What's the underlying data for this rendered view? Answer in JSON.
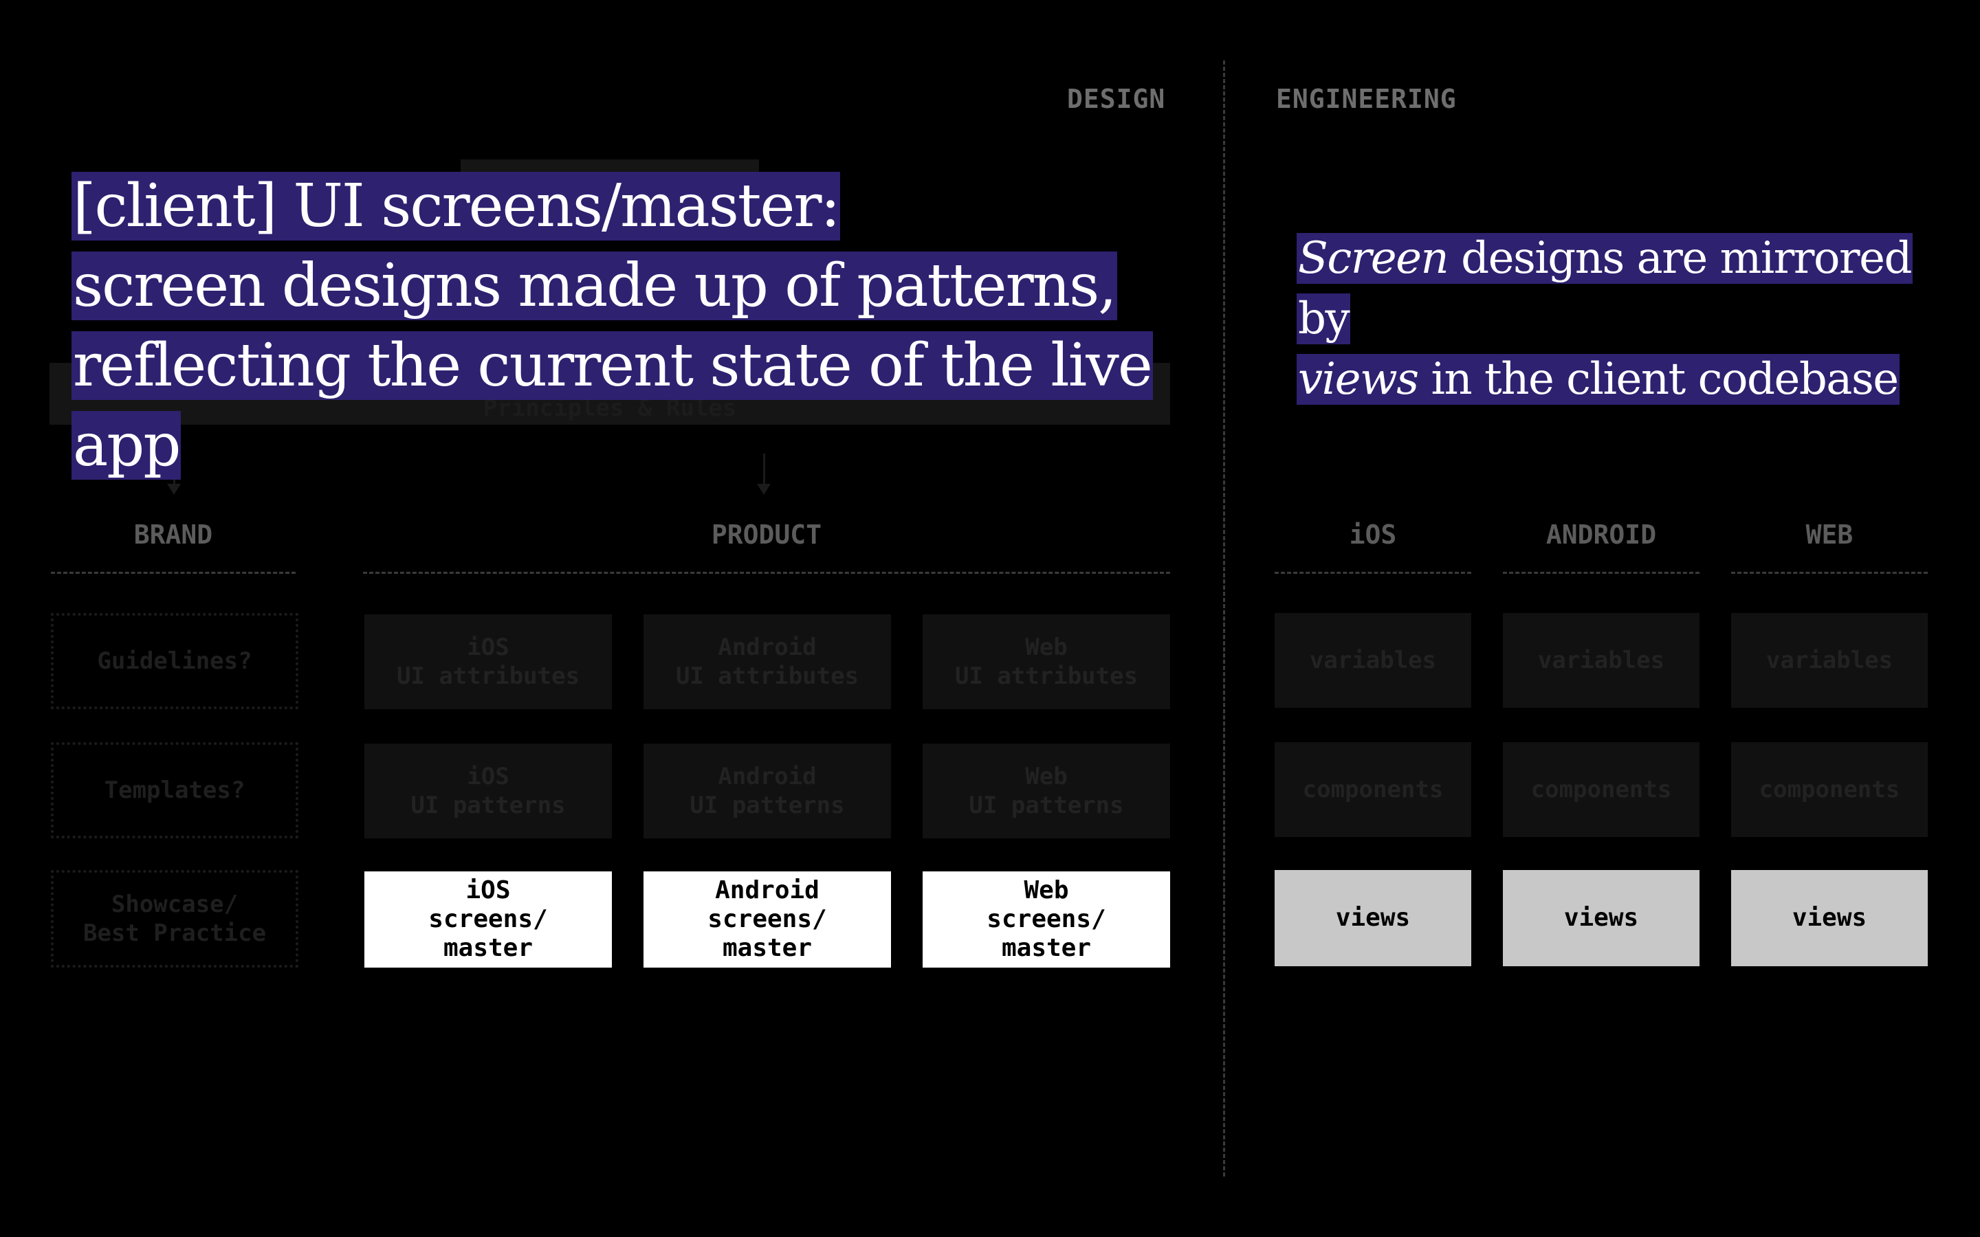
{
  "sections": {
    "design": "DESIGN",
    "engineering": "ENGINEERING"
  },
  "ghost": {
    "top_tab": "",
    "principles": "Principles & Rules"
  },
  "columns": {
    "brand": "BRAND",
    "product": "PRODUCT",
    "ios": "iOS",
    "android": "ANDROID",
    "web": "WEB"
  },
  "brand_boxes": [
    "Guidelines?",
    "Templates?",
    "Showcase/\nBest Practice"
  ],
  "product": {
    "attributes": [
      "iOS\nUI attributes",
      "Android\nUI attributes",
      "Web\nUI attributes"
    ],
    "patterns": [
      "iOS\nUI patterns",
      "Android\nUI patterns",
      "Web\nUI patterns"
    ],
    "screens": [
      "iOS\nscreens/\nmaster",
      "Android\nscreens/\nmaster",
      "Web\nscreens/\nmaster"
    ]
  },
  "engineering": {
    "variables": [
      "variables",
      "variables",
      "variables"
    ],
    "components": [
      "components",
      "components",
      "components"
    ],
    "views": [
      "views",
      "views",
      "views"
    ]
  },
  "captions": {
    "left_line1": "[client] UI screens/master:",
    "left_line2": "screen designs made up of patterns,",
    "left_line3": "reflecting the current state of the live app",
    "right_italic1": "Screen",
    "right_rest1": " designs are mirrored by",
    "right_italic2": "views",
    "right_rest2": " in the client codebase"
  },
  "colors": {
    "highlight": "#2e2170",
    "background": "#000000"
  }
}
